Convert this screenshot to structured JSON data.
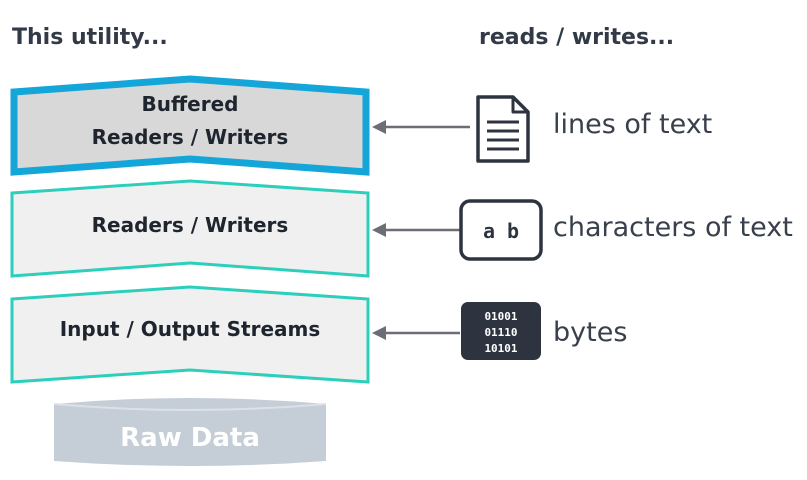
{
  "headings": {
    "left": "This utility...",
    "right": "reads / writes..."
  },
  "layers": [
    {
      "label_line1": "Buffered",
      "label_line2": "Readers / Writers",
      "highlighted": true,
      "border_color": "#14a5d9",
      "fill_color": "#d8d8d8"
    },
    {
      "label": "Readers / Writers",
      "highlighted": false,
      "border_color": "#2ccfbb",
      "fill_color": "#f0f0f0"
    },
    {
      "label": "Input / Output Streams",
      "highlighted": false,
      "border_color": "#2ccfbb",
      "fill_color": "#f0f0f0"
    }
  ],
  "base": {
    "label": "Raw Data",
    "fill_color": "#c5cdd6"
  },
  "sources": [
    {
      "icon": "document-icon",
      "description": "lines of text"
    },
    {
      "icon": "characters-icon",
      "icon_text": "a b",
      "description": "characters of text"
    },
    {
      "icon": "binary-icon",
      "icon_lines": [
        "01001",
        "01110",
        "10101"
      ],
      "description": "bytes"
    }
  ],
  "colors": {
    "arrow": "#6b6f75",
    "icon_dark": "#2d3440",
    "text": "#39404c"
  }
}
